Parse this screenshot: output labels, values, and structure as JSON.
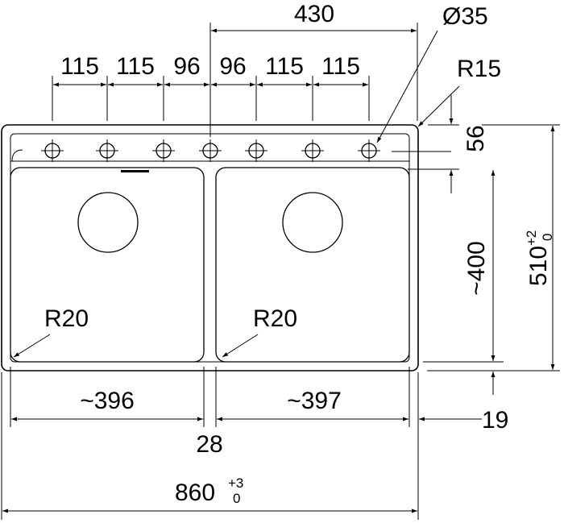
{
  "dims": {
    "top_total": "430",
    "hole_diameter": "Ø35",
    "corner_radius": "R15",
    "spacing": [
      "115",
      "115",
      "96",
      "96",
      "115",
      "115"
    ],
    "deck_depth": "56",
    "overall_depth": "510",
    "overall_depth_tol_upper": "+2",
    "overall_depth_tol_lower": "0",
    "bowl_depth": "~400",
    "left_bowl_radius": "R20",
    "right_bowl_radius": "R20",
    "left_bowl_width": "~396",
    "right_bowl_width": "~397",
    "divider_width": "28",
    "right_margin": "19",
    "overall_width": "860",
    "overall_width_tol_upper": "+3",
    "overall_width_tol_lower": "0"
  }
}
